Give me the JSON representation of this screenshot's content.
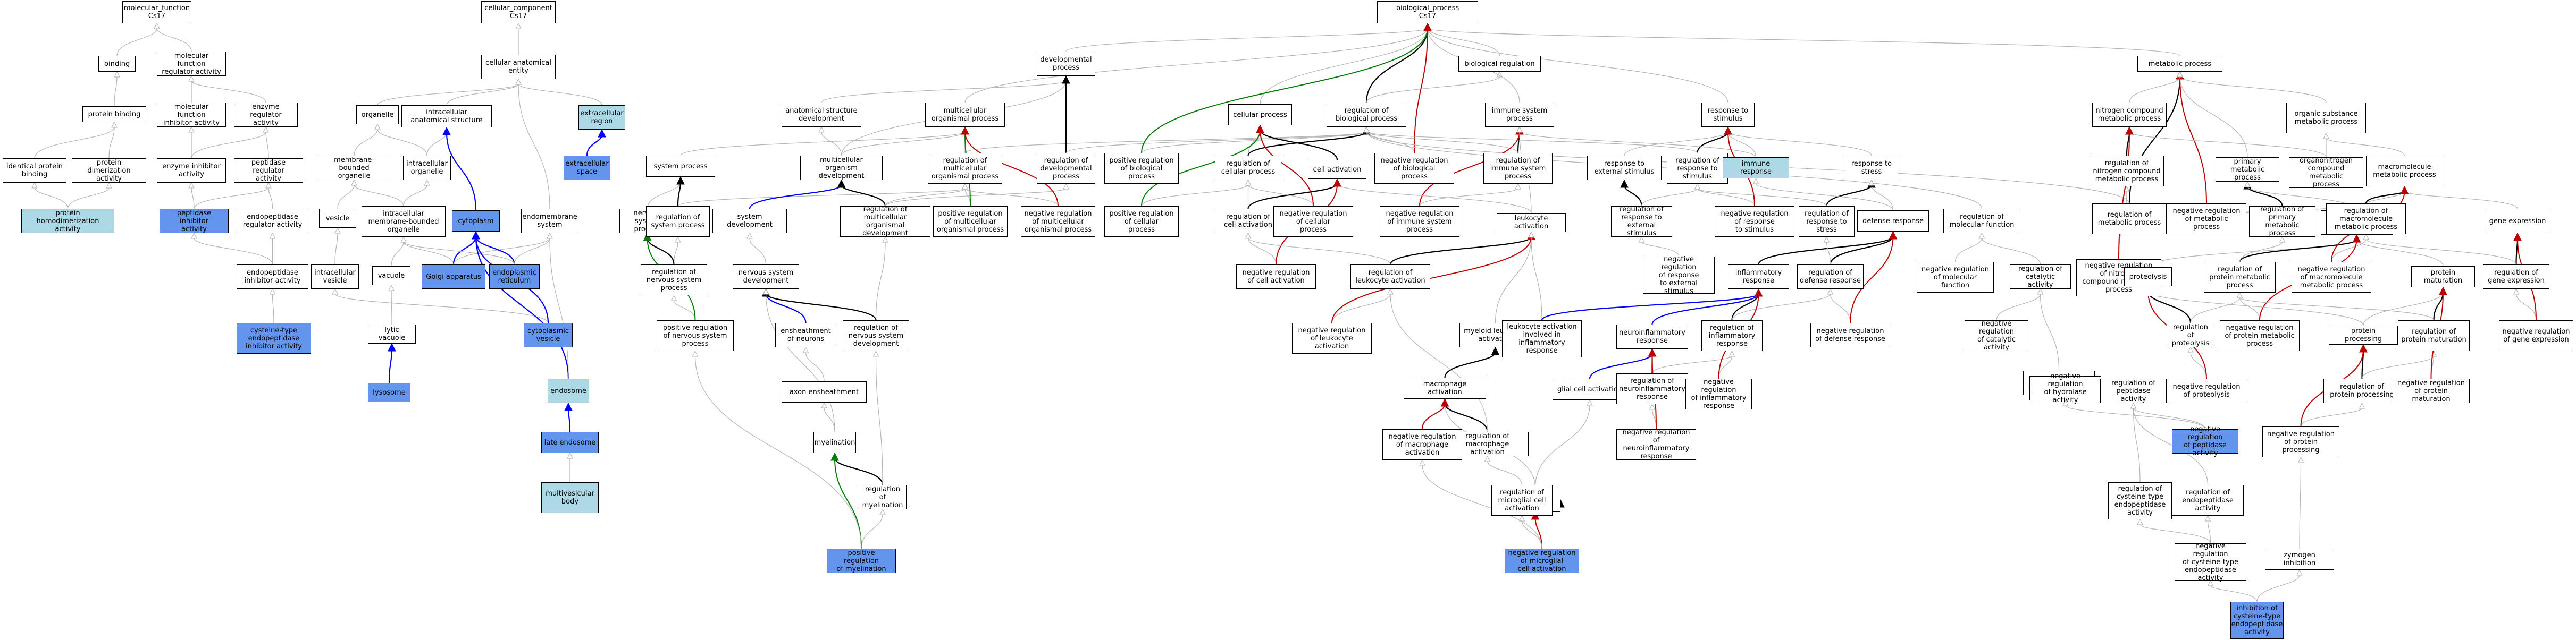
{
  "colors": {
    "edge_default": "#b4b4b4",
    "edge_black": "#000000",
    "edge_red": "#c00000",
    "edge_green": "#008000",
    "edge_blue": "#0000ff",
    "highlight_light": "#add8e6",
    "highlight_dark": "#6495ed"
  },
  "nodes": {
    "mf": "molecular_function\nCs17",
    "binding": "binding",
    "mfra": "molecular function\nregulator activity",
    "protein_binding": "protein binding",
    "mfia": "molecular function\ninhibitor activity",
    "era": "enzyme regulator\nactivity",
    "ipb": "identical protein\nbinding",
    "pda": "protein dimerization\nactivity",
    "eia": "enzyme inhibitor\nactivity",
    "pra": "peptidase regulator\nactivity",
    "phda": "protein homodimerization\nactivity",
    "pia": "peptidase inhibitor\nactivity",
    "era2": "endopeptidase\nregulator activity",
    "eia2": "endopeptidase\ninhibitor activity",
    "cteia": "cysteine-type\nendopeptidase\ninhibitor activity",
    "cc": "cellular_component\nCs17",
    "cae": "cellular anatomical\nentity",
    "organelle": "organelle",
    "ias": "intracellular\nanatomical structure",
    "er": "extracellular\nregion",
    "mbo": "membrane-bounded\norganelle",
    "io": "intracellular\norganelle",
    "es": "extracellular\nspace",
    "vesicle": "vesicle",
    "imbo": "intracellular\nmembrane-bounded\norganelle",
    "cytoplasm": "cytoplasm",
    "endomembrane": "endomembrane\nsystem",
    "iv": "intracellular\nvesicle",
    "vacuole": "vacuole",
    "golgi": "Golgi apparatus",
    "eret": "endoplasmic\nreticulum",
    "lytic": "lytic vacuole",
    "cvesicle": "cytoplasmic\nvesicle",
    "lysosome": "lysosome",
    "endosome": "endosome",
    "late": "late endosome",
    "mvb": "multivesicular\nbody",
    "bp": "biological_process\nCs17",
    "dp": "developmental\nprocess",
    "br": "biological regulation",
    "mp": "metabolic process",
    "asd": "anatomical structure\ndevelopment",
    "mop": "multicellular\norganismal process",
    "cp": "cellular process",
    "rbp": "regulation of\nbiological process",
    "isp": "immune system\nprocess",
    "rts": "response to\nstimulus",
    "nccmp": "nitrogen compound\nmetabolic process",
    "osmp": "organic substance\nmetabolic process",
    "sysp": "system process",
    "mod": "multicellular\norganism development",
    "rmop": "regulation of\nmulticellular\norganismal process",
    "rdp": "regulation of\ndevelopmental\nprocess",
    "prbp": "positive regulation\nof biological\nprocess",
    "rcp": "regulation of\ncellular process",
    "nrbp": "negative regulation\nof biological\nprocess",
    "risp": "regulation of\nimmune system\nprocess",
    "rtes": "response to\nexternal stimulus",
    "rrs": "regulation of\nresponse to\nstimulus",
    "ir": "immune response",
    "rtstr": "response to\nstress",
    "rncmp": "regulation of\nnitrogen compound\nmetabolic process",
    "pmp": "primary metabolic\nprocess",
    "onmp": "organonitrogen\ncompound metabolic\nprocess",
    "macmp": "macromolecule\nmetabolic process",
    "ns": "nervous system\nprocess",
    "rsp": "regulation of\nsystem process",
    "sd": "system development",
    "rmod": "regulation of\nmulticellular\norganismal development",
    "prmop": "positive regulation\nof multicellular\norganismal process",
    "nrmop": "negative regulation\nof multicellular\norganismal process",
    "prcp": "positive regulation\nof cellular\nprocess",
    "ca": "cell activation",
    "rca": "regulation of\ncell activation",
    "nrcp": "negative regulation\nof cellular\nprocess",
    "nrisp": "negative regulation\nof immune system\nprocess",
    "la": "leukocyte activation",
    "rres": "regulation of\nresponse to\nexternal stimulus",
    "nrrs": "negative regulation\nof response\nto stimulus",
    "rrst": "regulation of\nresponse to\nstress",
    "dr": "defense response",
    "rmf": "regulation of\nmolecular function",
    "rmp": "regulation of\nmetabolic process",
    "nrmp": "negative regulation\nof metabolic\nprocess",
    "rpmp": "regulation of\nprimary metabolic\nprocess",
    "protmp": "protein metabolic\nprocess",
    "rmmp": "regulation of\nmacromolecule\nmetabolic process",
    "ge": "gene expression",
    "rnsp": "regulation of\nnervous system\nprocess",
    "nsd": "nervous system\ndevelopment",
    "nrca": "negative regulation\nof cell activation",
    "rla": "regulation of\nleukocyte activation",
    "nrres": "negative regulation\nof response\nto external\nstimulus",
    "infr": "inflammatory\nresponse",
    "rdr": "regulation of\ndefense response",
    "nrmf": "negative regulation\nof molecular\nfunction",
    "rcata": "regulation of\ncatalytic activity",
    "nrncmp": "negative regulation\nof nitrogen\ncompound metabolic\nprocess",
    "proteolysis": "proteolysis",
    "rppmp": "regulation of\nprotein metabolic\nprocess",
    "nrmmp": "negative regulation\nof macromolecule\nmetabolic process",
    "pmat": "protein maturation",
    "rge": "regulation of\ngene expression",
    "prnsp": "positive regulation\nof nervous system\nprocess",
    "eon": "ensheathment\nof neurons",
    "rnsd": "regulation of\nnervous system\ndevelopment",
    "mya": "myeloid leukocyte\nactivation",
    "nrla": "negative regulation\nof leukocyte\nactivation",
    "lainf": "leukocyte activation\ninvolved in\ninflammatory\nresponse",
    "neuro": "neuroinflammatory\nresponse",
    "rinfr": "regulation of\ninflammatory\nresponse",
    "nrdr": "negative regulation\nof defense response",
    "nrcata": "negative regulation\nof catalytic\nactivity",
    "rhyd": "regulation of\nhydrolase activity",
    "rprot": "regulation of\nproteolysis",
    "nrppmp": "negative regulation\nof protein metabolic\nprocess",
    "pproc": "protein processing",
    "rpmat": "regulation of\nprotein maturation",
    "nrge": "negative regulation\nof gene expression",
    "axon": "axon ensheathment",
    "mphage": "macrophage activation",
    "glial": "glial cell activation",
    "rneuro": "regulation of\nneuroinflammatory\nresponse",
    "nrinfr": "negative regulation\nof inflammatory\nresponse",
    "nrhyd": "negative regulation\nof hydrolase\nactivity",
    "rpep": "regulation of\npeptidase activity",
    "nrprot": "negative regulation\nof proteolysis",
    "rpproc": "regulation of\nprotein processing",
    "nrpmat": "negative regulation\nof protein maturation",
    "myelin": "myelination",
    "rmphage": "regulation of\nmacrophage activation",
    "mca": "microglial cell\nactivation",
    "nrmphage": "negative regulation\nof macrophage\nactivation",
    "nrneuro": "negative regulation\nof neuroinflammatory\nresponse",
    "nrpep": "negative regulation\nof peptidase\nactivity",
    "rctep": "regulation of\ncysteine-type\nendopeptidase\nactivity",
    "rendo": "regulation of\nendopeptidase\nactivity",
    "nrpproc": "negative regulation\nof protein processing",
    "rmyelin": "regulation of\nmyelination",
    "rmca": "regulation of\nmicroglial cell\nactivation",
    "nrctep": "negative regulation\nof cysteine-type\nendopeptidase\nactivity",
    "zymogen": "zymogen inhibition",
    "prmyelin": "positive regulation\nof myelination",
    "nrmca": "negative regulation\nof microglial\ncell activation",
    "icte": "inhibition of\ncysteine-type\nendopeptidase\nactivity"
  }
}
